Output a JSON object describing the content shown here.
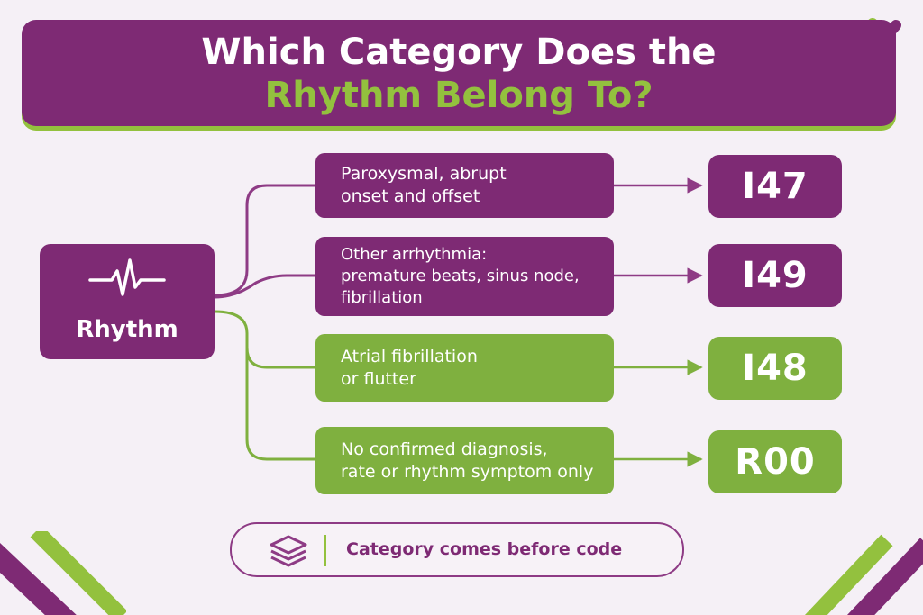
{
  "title": {
    "line1": "Which Category Does the",
    "line2": "Rhythm Belong To?"
  },
  "root": {
    "label": "Rhythm",
    "icon": "heartbeat-pulse-icon"
  },
  "branches": [
    {
      "lines": [
        "Paroxysmal, abrupt",
        "onset and offset"
      ],
      "code": "I47",
      "color": "purple"
    },
    {
      "lines": [
        "Other arrhythmia:",
        "premature beats, sinus node,",
        "fibrillation"
      ],
      "code": "I49",
      "color": "purple"
    },
    {
      "lines": [
        "Atrial fibrillation",
        "or flutter"
      ],
      "code": "I48",
      "color": "green"
    },
    {
      "lines": [
        "No confirmed diagnosis,",
        "rate or rhythm symptom only"
      ],
      "code": "R00",
      "color": "green"
    }
  ],
  "footer": {
    "text": "Category comes before code",
    "icon": "layers-icon"
  },
  "colors": {
    "purple": "#7e2a74",
    "green": "#7fb03f",
    "background": "#f5f0f6"
  }
}
